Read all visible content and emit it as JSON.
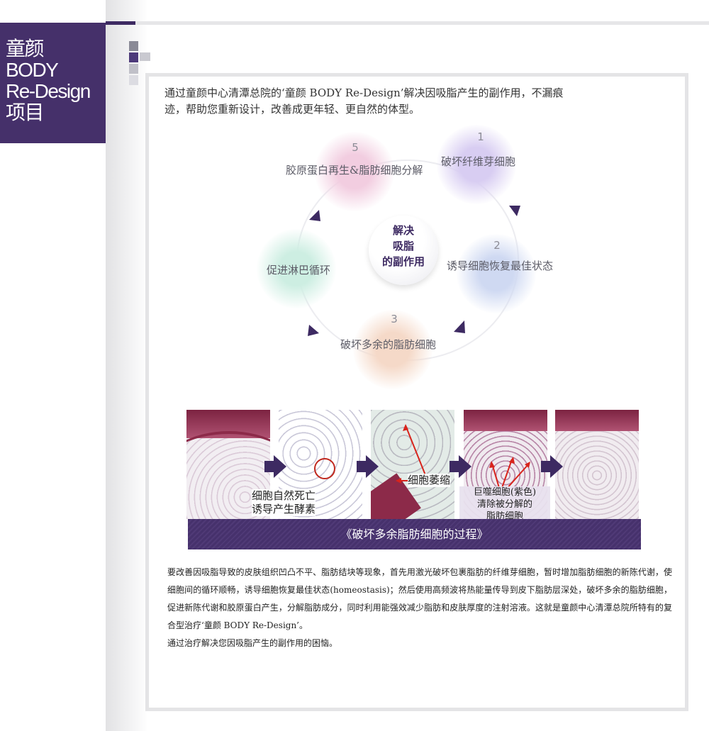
{
  "sidebar": {
    "title_lines": [
      "童颜",
      "BODY",
      "Re-Design",
      "项目"
    ]
  },
  "intro": "通过童颜中心清潭总院的‘童颜 BODY Re-Design’解决因吸脂产生的副作用，不漏痕迹，帮助您重新设计，改善成更年轻、更自然的体型。",
  "cycle": {
    "center_lines": [
      "解决",
      "吸脂",
      "的副作用"
    ],
    "steps": [
      {
        "num": "1",
        "label": "破坏纤维芽细胞",
        "color": "#d8cdf2"
      },
      {
        "num": "2",
        "label": "诱导细胞恢复最佳状态",
        "color": "#cfd9f2"
      },
      {
        "num": "3",
        "label": "破坏多余的脂肪细胞",
        "color": "#f5d9c8"
      },
      {
        "num": "",
        "label": "促进淋巴循环",
        "color": "#cdeee2"
      },
      {
        "num": "5",
        "label": "胶原蛋白再生&脂肪细胞分解",
        "color": "#f2cde0"
      }
    ],
    "accent_color": "#3d2a62"
  },
  "process": {
    "captions": {
      "step1_lines": [
        "细胞自然死亡",
        "诱导产生酵素"
      ],
      "step2": "细胞萎缩",
      "step3_lines": [
        "巨噬细胞(紫色)",
        "清除被分解的",
        "脂肪细胞"
      ]
    },
    "banner": "《破坏多余脂肪细胞的过程》"
  },
  "body": {
    "paragraph": "要改善因吸脂导致的皮肤组织凹凸不平、脂肪结块等现象，首先用激光破坏包裹脂肪的纤维芽细胞，暂时增加脂肪细胞的新陈代谢，使细胞间的循环顺畅，诱导细胞恢复最佳状态(homeostasis)；然后使用高频波将热能量传导到皮下脂肪层深处，破坏多余的脂肪细胞，促进新陈代谢和胶原蛋白产生，分解脂肪成分，同时利用能强效减少脂肪和皮肤厚度的注射溶液。这就是童颜中心清潭总院所特有的复合型治疗‘童颜 BODY Re-Design’。",
    "closing": "通过治疗解决您因吸脂产生的副作用的困恼。"
  }
}
